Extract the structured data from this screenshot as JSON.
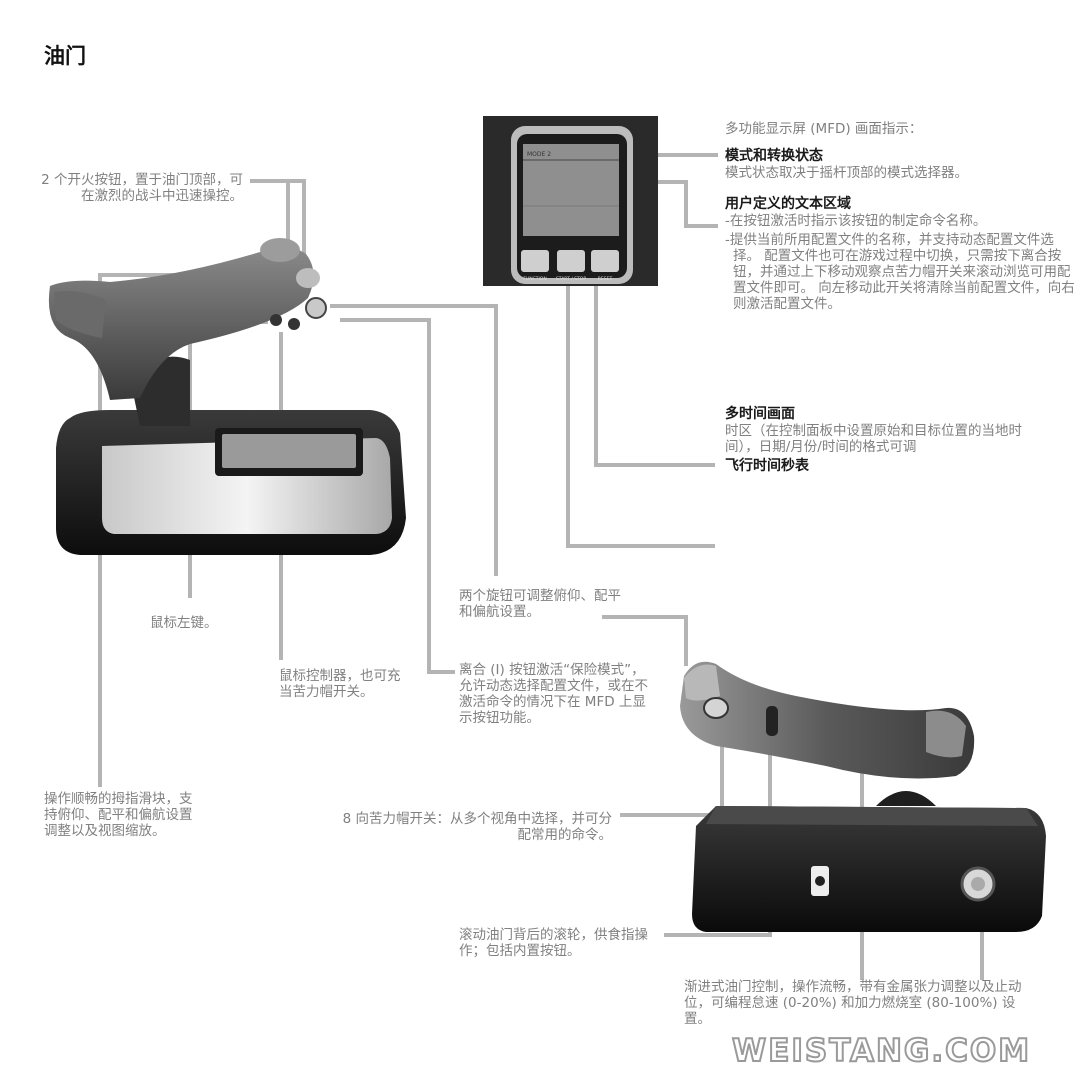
{
  "page": {
    "title": "油门"
  },
  "mfd": {
    "intro": "多功能显示屏 (MFD) 画面指示：",
    "mode_title": "模式和转换状态",
    "mode_text": "模式状态取决于摇杆顶部的模式选择器。",
    "user_text_title": "用户定义的文本区域",
    "user_text_1": "-在按钮激活时指示该按钮的制定命令名称。",
    "user_text_2": "-提供当前所用配置文件的名称，并支持动态配置文件选择。 配置文件也可在游戏过程中切换，只需按下离合按钮，并通过上下移动观察点苦力帽开关来滚动浏览可用配置文件即可。 向左移动此开关将清除当前配置文件，向右则激活配置文件。",
    "multitime_title": "多时间画面",
    "multitime_text": "时区（在控制面板中设置原始和目标位置的当地时间），日期/月份/时间的格式可调",
    "flight_timer_title": "飞行时间秒表",
    "screen_buttons": [
      "FUNCTION",
      "START / STOP",
      "RESET"
    ],
    "screen_mode_label": "MODE 2"
  },
  "callouts": {
    "fire_buttons": "2 个开火按钮，置于油门顶部，可在激烈的战斗中迅速操控。",
    "mouse_left": "鼠标左键。",
    "mouse_controller": "鼠标控制器，也可充当苦力帽开关。",
    "rotary_knobs": "两个旋钮可调整俯仰、配平和偏航设置。",
    "clutch": "离合 (I) 按钮激活“保险模式”，允许动态选择配置文件，或在不激活命令的情况下在 MFD 上显示按钮功能。",
    "thumb_slider": "操作顺畅的拇指滑块，支持俯仰、配平和偏航设置调整以及视图缩放。",
    "hat_switch": "8 向苦力帽开关：从多个视角中选择，并可分配常用的命令。",
    "scroll_wheel": "滚动油门背后的滚轮，供食指操作；包括内置按钮。",
    "progressive_throttle": "渐进式油门控制，操作流畅，带有金属张力调整以及止动位，可编程怠速 (0-20%) 和加力燃烧室 (80-100%) 设置。"
  },
  "watermark": "WEISTANG.COM"
}
